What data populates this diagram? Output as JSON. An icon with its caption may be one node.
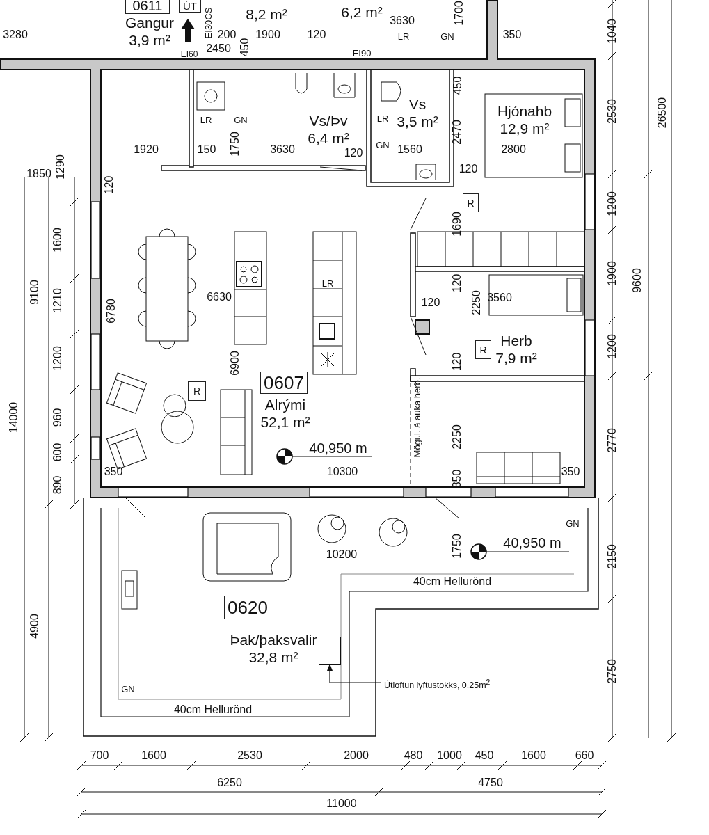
{
  "diagram": {
    "nodes": [
      {
        "text": [
          "Gangur",
          "3,9 m²"
        ]
      },
      {
        "text": [
          "0611"
        ],
        "in": 0
      },
      {
        "text": [
          "ÚT"
        ],
        "in": 0
      },
      {
        "text": [
          "8,2 m²"
        ]
      },
      {
        "text": [
          "6,2 m²"
        ]
      },
      {
        "text": [
          "Vs/Þv",
          "6,4 m²"
        ]
      },
      {
        "text": [
          "Vs",
          "3,5 m²"
        ]
      },
      {
        "text": [
          "Hjónahb",
          "12,9 m²"
        ]
      },
      {
        "text": [
          "R"
        ]
      },
      {
        "text": [
          "Alrými",
          "52,1 m²"
        ]
      },
      {
        "text": [
          "0607"
        ],
        "in": 9
      },
      {
        "text": [
          "R"
        ],
        "in": 9
      },
      {
        "text": [
          "Herb",
          "7,9 m²"
        ]
      },
      {
        "text": [
          "R"
        ],
        "in": 12
      },
      {
        "text": [
          "Þak/þaksvalir",
          "32,8 m²"
        ]
      },
      {
        "text": [
          "0620"
        ],
        "in": 14
      },
      {
        "text": [],
        "shape": "box",
        "in": 14
      },
      {
        "text": [
          "Útloftun lyftustokks, 0,25m$^{2}$"
        ]
      }
    ],
    "edges": [
      {
        "from": 17,
        "to": 16,
        "arrow": "to"
      }
    ],
    "labels": [
      "3280",
      "200",
      "EI30CS",
      "2450",
      "EI60",
      "450",
      "1900",
      "120",
      "3630",
      "LR",
      "GN",
      "1700",
      "350",
      "1040",
      "EI90",
      "26500",
      "1920",
      "150",
      "LR",
      "GN",
      "1750",
      "3630",
      "120",
      "LR",
      "GN",
      "1560",
      "450",
      "2470",
      "2800",
      "2530",
      "120",
      "1850",
      "1290",
      "120",
      "1200",
      "1690",
      "1600",
      "1900",
      "9600",
      "LR",
      "120",
      "9100",
      "6630",
      "1210",
      "120",
      "2250",
      "3560",
      "6780",
      "1200",
      "1200",
      "120",
      "6900",
      "14000",
      "960",
      "Mögul. á auka herb.",
      "2250",
      "2770",
      "40,950 m",
      "600",
      "350",
      "10300",
      "350",
      "350",
      "890",
      "GN",
      "1750",
      "40,950 m",
      "10200",
      "2150",
      "40cm Hellurönd",
      "4900",
      "2750",
      "GN",
      "40cm Hellurönd",
      "700",
      "1600",
      "2530",
      "2000",
      "480",
      "1000",
      "450",
      "1600",
      "660",
      "6250",
      "4750",
      "11000"
    ]
  }
}
